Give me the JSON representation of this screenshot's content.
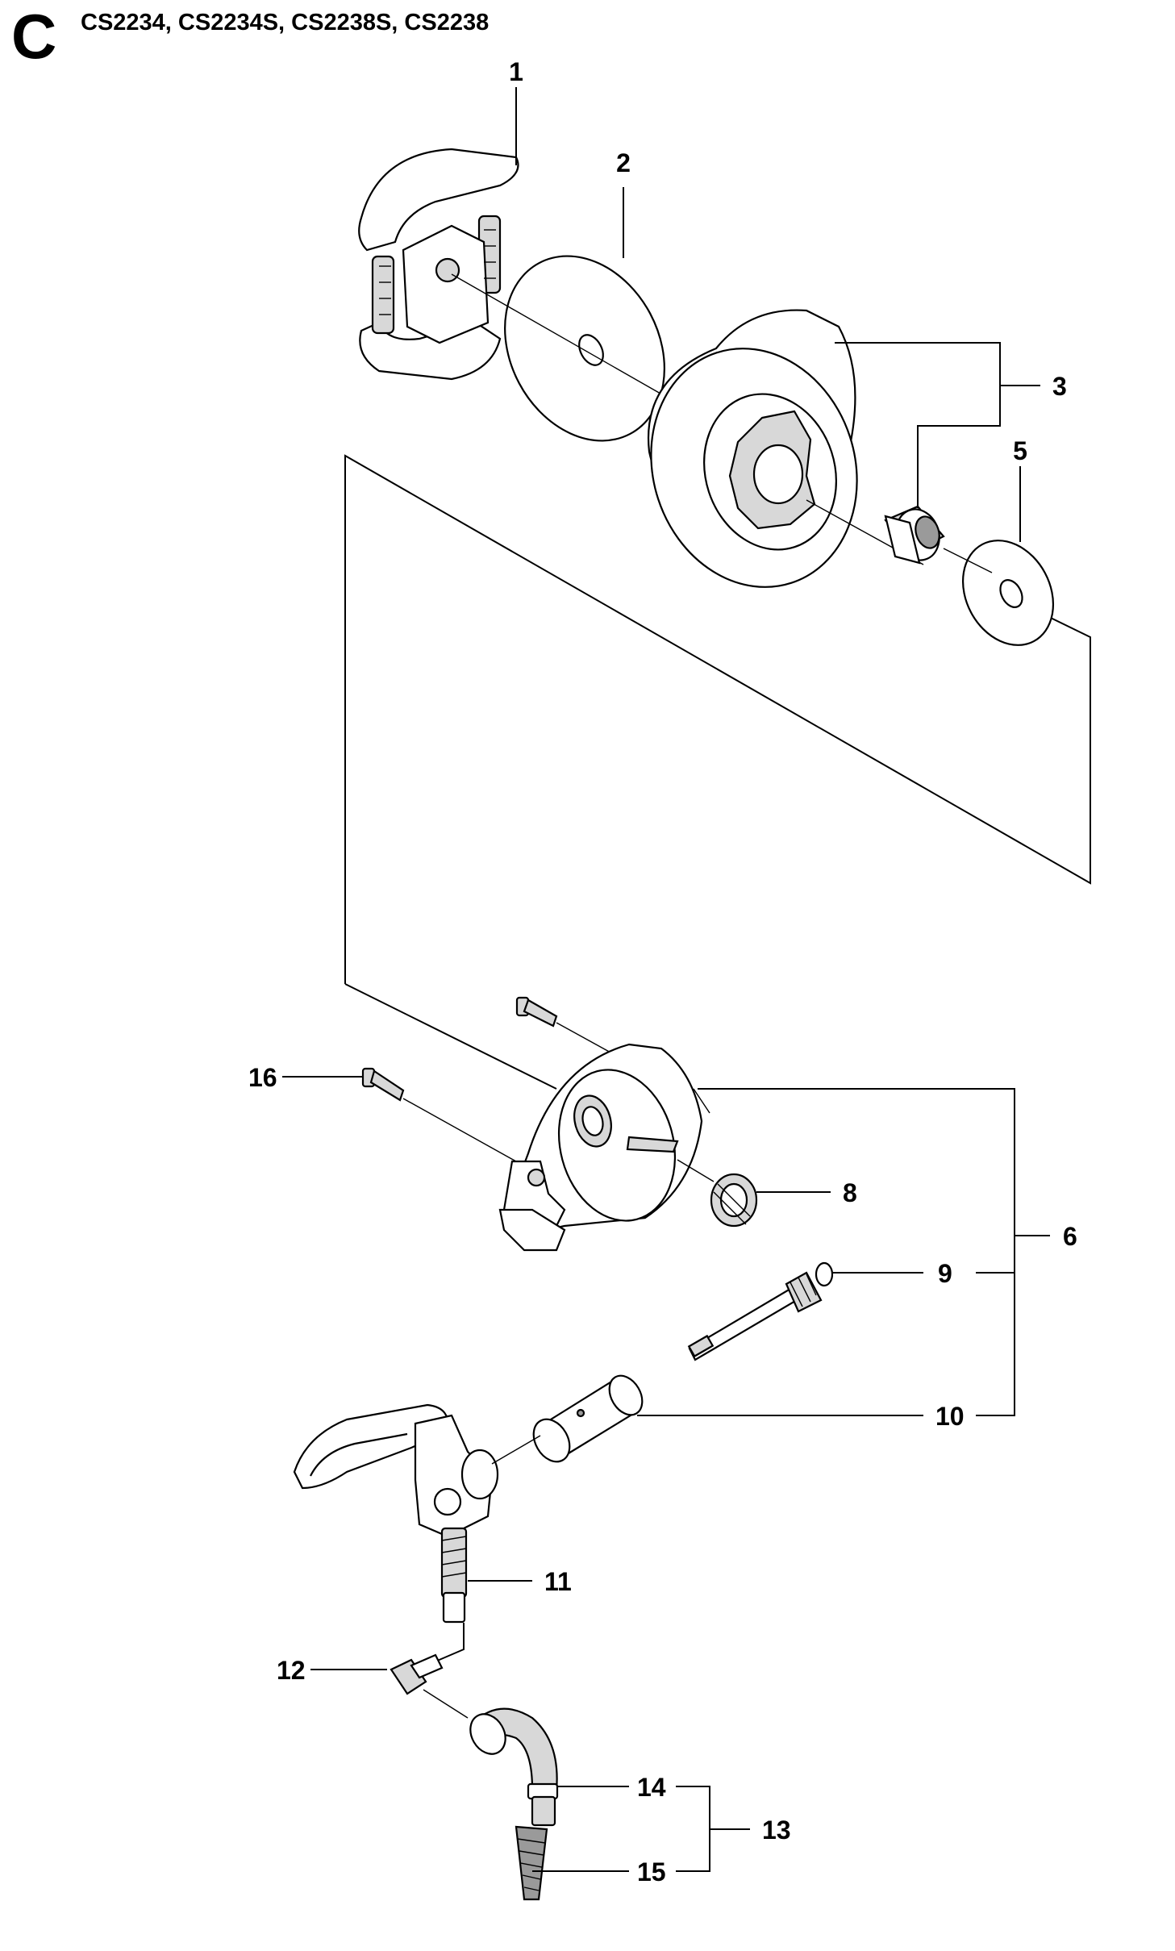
{
  "header": {
    "section_letter": "C",
    "models": "CS2234, CS2234S, CS2238S, CS2238"
  },
  "callouts": {
    "c1": "1",
    "c2": "2",
    "c3": "3",
    "c5": "5",
    "c6": "6",
    "c8": "8",
    "c9": "9",
    "c10": "10",
    "c11": "11",
    "c12": "12",
    "c13": "13",
    "c14": "14",
    "c15": "15",
    "c16": "16"
  }
}
